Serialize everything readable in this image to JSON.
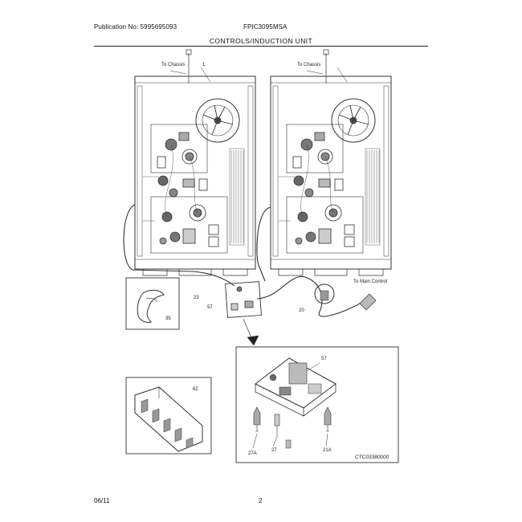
{
  "header": {
    "publication": "Publication No: 5995695093",
    "model": "FPIC3095MSA",
    "title": "CONTROLS/INDUCTION UNIT"
  },
  "callouts": {
    "to_chassis": "To Chassis",
    "to_main_control": "To Main Control",
    "part_1": "1",
    "part_23": "23",
    "part_35": "35",
    "part_20": "20",
    "part_57_small": "57",
    "part_57": "57",
    "part_62": "62",
    "part_27": "27",
    "part_27a": "27A",
    "part_21a": "21A"
  },
  "footer": {
    "date": "06/11",
    "page": "2",
    "figure_code": "CTC03380000"
  }
}
